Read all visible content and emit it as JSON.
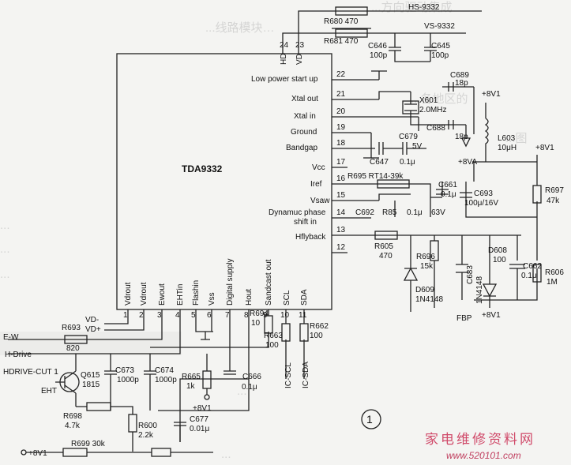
{
  "ic": {
    "name": "TDA9332"
  },
  "top_pins": [
    {
      "num": "24",
      "label": "HD"
    },
    {
      "num": "23",
      "label": "VD"
    }
  ],
  "right_pins": [
    {
      "num": "22",
      "label": "Low power start up"
    },
    {
      "num": "21",
      "label": "Xtal out"
    },
    {
      "num": "20",
      "label": "Xtal in"
    },
    {
      "num": "19",
      "label": "Ground"
    },
    {
      "num": "18",
      "label": "Bandgap"
    },
    {
      "num": "17",
      "label": "Vcc"
    },
    {
      "num": "16",
      "label": "Iref"
    },
    {
      "num": "15",
      "label": "Vsaw"
    },
    {
      "num": "14",
      "label": "Dynamuc phase",
      "label2": "shift in"
    },
    {
      "num": "13",
      "label": "Hflyback"
    },
    {
      "num": "12"
    }
  ],
  "bottom_pins": [
    {
      "num": "1",
      "label": "Vdrout"
    },
    {
      "num": "2",
      "label": "Vdrout"
    },
    {
      "num": "3",
      "label": "Ewout"
    },
    {
      "num": "4",
      "label": "EHTin"
    },
    {
      "num": "5",
      "label": "Flashin"
    },
    {
      "num": "6",
      "label": "Vss"
    },
    {
      "num": "7",
      "label": "Digital supply"
    },
    {
      "num": "8",
      "label": "Hout"
    },
    {
      "num": "9",
      "label": "Sandcast out"
    },
    {
      "num": "10",
      "label": "SCL"
    },
    {
      "num": "11",
      "label": "SDA"
    }
  ],
  "nets": {
    "hs": "HS-9332",
    "vs": "VS-9332",
    "v8v1": "+8V1",
    "v8va": "+8VA",
    "fbp": "FBP",
    "vd_minus": "VD-",
    "vd_plus": "VD+",
    "ew": "E-W",
    "hdrive": "H-Drive",
    "hdrive_cut": "HDRIVE-CUT 1",
    "eht": "EHT",
    "ic_scl": "IC-SCL",
    "ic_sda": "IC-SDA"
  },
  "components": {
    "r680": "R680 470",
    "r681": "R681 470",
    "c646": "C646",
    "c646_val": "100p",
    "c645": "C645",
    "c645_val": "100p",
    "c689": "C689",
    "c689_val": "18p",
    "x601": "X601",
    "x601_val": "2.0MHz",
    "c688": "C688",
    "c688_val": "18p",
    "l603": "L603",
    "l603_val": "10μH",
    "c679": "C679",
    "c679_val": "5V",
    "c647": "C647",
    "c647_val": "0.1μ",
    "r695": "R695 RT14-39k",
    "c661": "C661",
    "c661_val": "0.1μ",
    "c693": "C693",
    "c693_val": "100μ/16V",
    "c692": "C692",
    "r85": "R85",
    "r85_val": "0.1μ",
    "r85_volt": "63V",
    "r697": "R697",
    "r697_val": "47k",
    "r606": "R606",
    "r606_val": "1M",
    "r605": "R605",
    "r605_val": "470",
    "r696": "R696",
    "r696_val": "15k",
    "d609": "D609",
    "d609_val": "1N4148",
    "c683": "C683",
    "c683_val": "1N4148",
    "d608": "D608",
    "d608_val": "100",
    "c662": "C662",
    "c662_val": "0.1μ",
    "r693": "R693",
    "r693_val": "820",
    "q615": "Q615",
    "q615_val": "1815",
    "c673": "C673",
    "c673_val": "1000p",
    "c674": "C674",
    "c674_val": "1000p",
    "r665": "R665",
    "r665_val": "1k",
    "c666": "C666",
    "c666_val": "0.1μ",
    "r694": "R694",
    "r694_val": "10",
    "r663": "R663",
    "r663_val": "100",
    "r662": "R662",
    "r662_val": "100",
    "r698": "R698",
    "r698_val": "4.7k",
    "r600": "R600",
    "r600_val": "2.2k",
    "c677": "C677",
    "c677_val": "0.01μ",
    "r699": "R699 30k"
  },
  "figure_number": "1",
  "watermark": {
    "title": "家电维修资料网",
    "url": "www.520101.com"
  },
  "background_text": [
    "...方向驱动集成",
    "...线路模块…",
    "...各地区的",
    "...图",
    "...",
    "...",
    "...",
    "...",
    "..."
  ]
}
